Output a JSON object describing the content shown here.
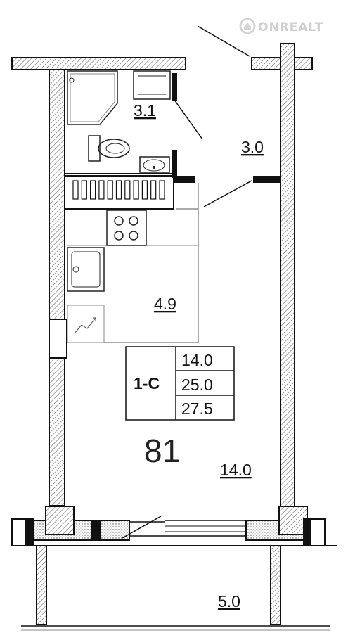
{
  "watermark": {
    "text": "ONREALT",
    "icon": "logo-icon"
  },
  "rooms": {
    "bathroom": {
      "area": "3.1"
    },
    "hallway": {
      "area": "3.0"
    },
    "kitchen": {
      "area": "4.9"
    },
    "living": {
      "area": "14.0"
    },
    "balcony": {
      "area": "5.0"
    }
  },
  "unit_number": "81",
  "summary": {
    "type": "1-С",
    "living_area": "14.0",
    "total_area": "25.0",
    "total_with_balcony": "27.5"
  },
  "colors": {
    "line": "#111111",
    "hatch": "#555555",
    "fixture": "#222222"
  }
}
